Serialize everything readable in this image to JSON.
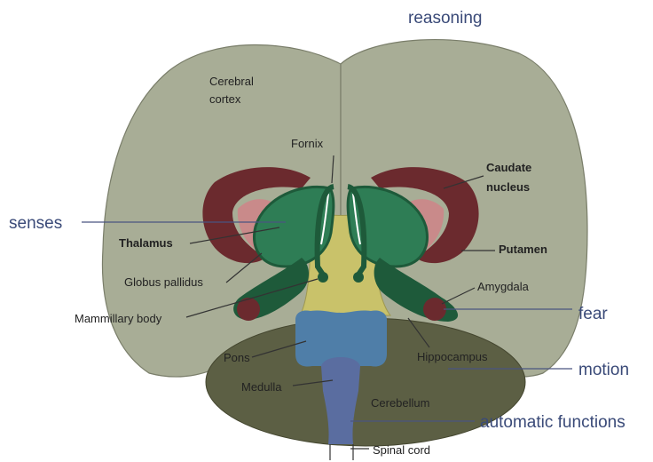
{
  "functions": {
    "reasoning": "reasoning",
    "senses": "senses",
    "fear": "fear",
    "motion": "motion",
    "automatic": "automatic functions"
  },
  "labels": {
    "cerebral_cortex_1": "Cerebral",
    "cerebral_cortex_2": "cortex",
    "fornix": "Fornix",
    "caudate_1": "Caudate",
    "caudate_2": "nucleus",
    "thalamus": "Thalamus",
    "putamen": "Putamen",
    "globus_pallidus": "Globus pallidus",
    "amygdala": "Amygdala",
    "mammillary": "Mammillary body",
    "pons": "Pons",
    "hippocampus": "Hippocampus",
    "medulla": "Medulla",
    "cerebellum": "Cerebellum",
    "spinal_cord": "Spinal cord"
  },
  "colors": {
    "cortex": "#a8ad96",
    "cerebellum": "#5c5f44",
    "caudate": "#6b2a2e",
    "putamen_inner": "#c98a8a",
    "thalamus": "#2e7d55",
    "thalamus_dark": "#1e5a3a",
    "brainstem_area": "#c9c26a",
    "pons": "#4f7ea8",
    "medulla": "#5a6da0",
    "function_text": "#3a4a78"
  }
}
